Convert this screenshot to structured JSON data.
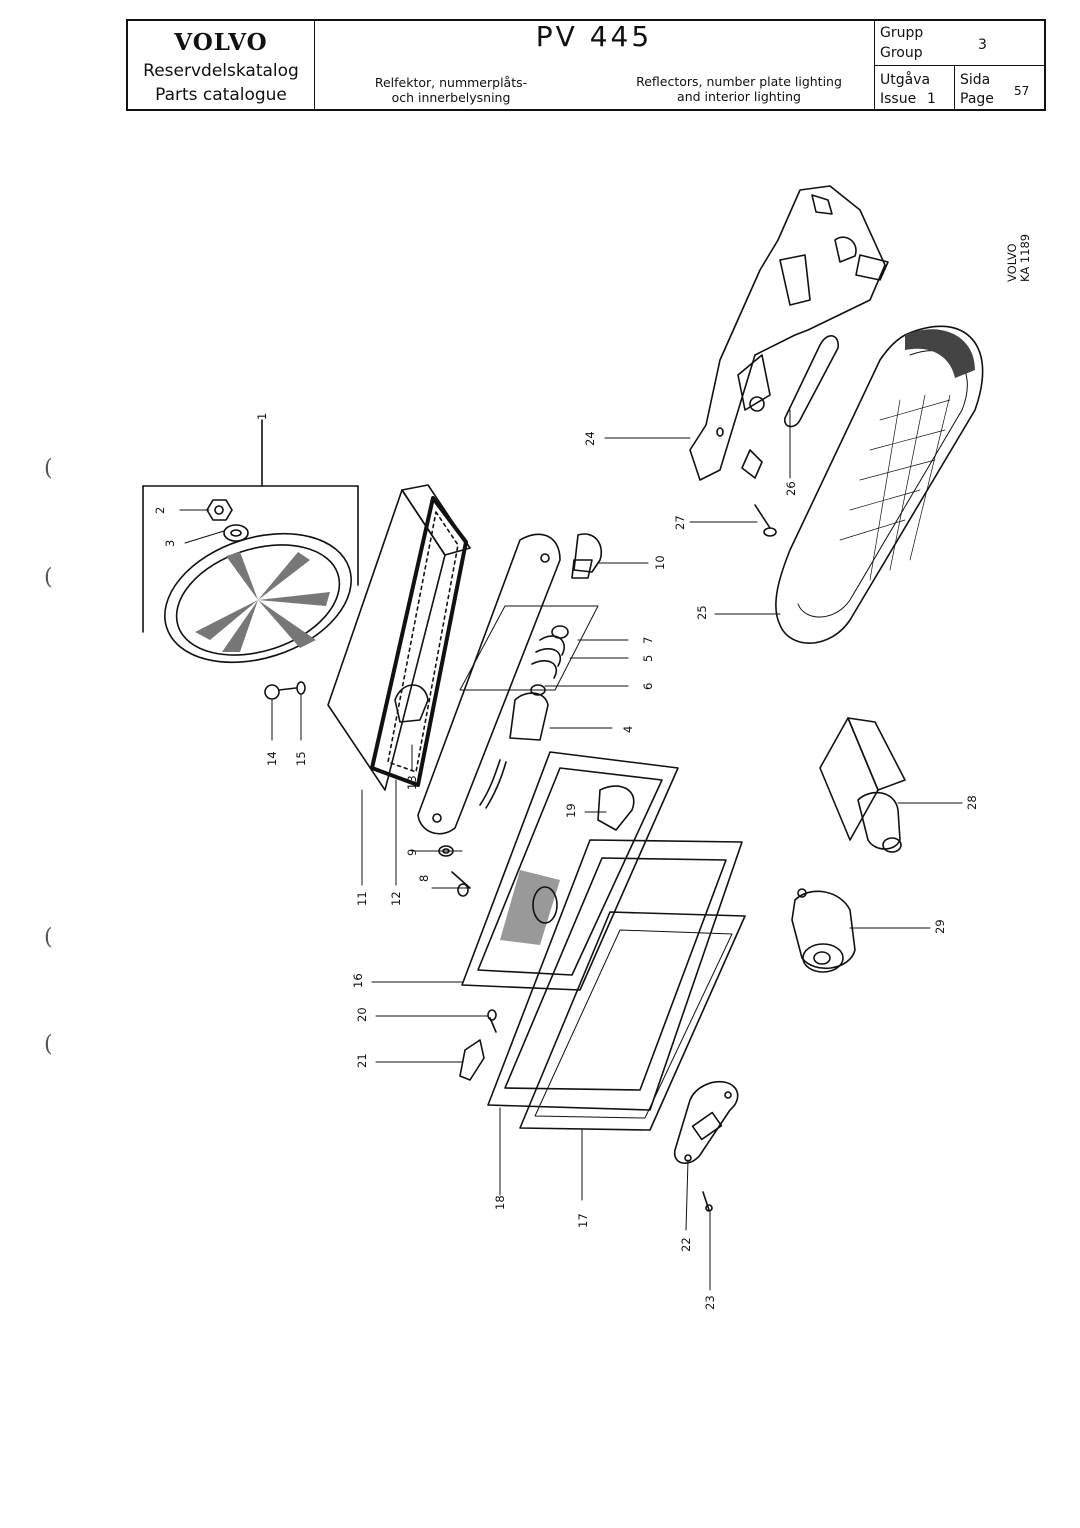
{
  "header": {
    "brand": "VOLVO",
    "catalog_sv": "Reservdelskatalog",
    "catalog_en": "Parts catalogue",
    "model": "PV 445",
    "desc_sv_line1": "Relfektor, nummerplåts-",
    "desc_sv_line2": "och innerbelysning",
    "desc_en_line1": "Reflectors, number plate lighting",
    "desc_en_line2": "and interior lighting",
    "group_label_sv": "Grupp",
    "group_label_en": "Group",
    "group_value": "3",
    "issue_label_sv": "Utgåva",
    "issue_label_en": "Issue",
    "issue_value": "1",
    "page_label_sv": "Sida",
    "page_label_en": "Page",
    "page_value": "57"
  },
  "drawing": {
    "code_line1": "VOLVO",
    "code_line2": "KA 1189",
    "callouts": [
      "1",
      "2",
      "3",
      "4",
      "5",
      "6",
      "7",
      "8",
      "9",
      "10",
      "11",
      "12",
      "13",
      "14",
      "15",
      "16",
      "17",
      "18",
      "19",
      "20",
      "21",
      "22",
      "23",
      "24",
      "25",
      "26",
      "27",
      "28",
      "29"
    ]
  },
  "margin_marks": [
    "(",
    "(",
    "(",
    "("
  ]
}
